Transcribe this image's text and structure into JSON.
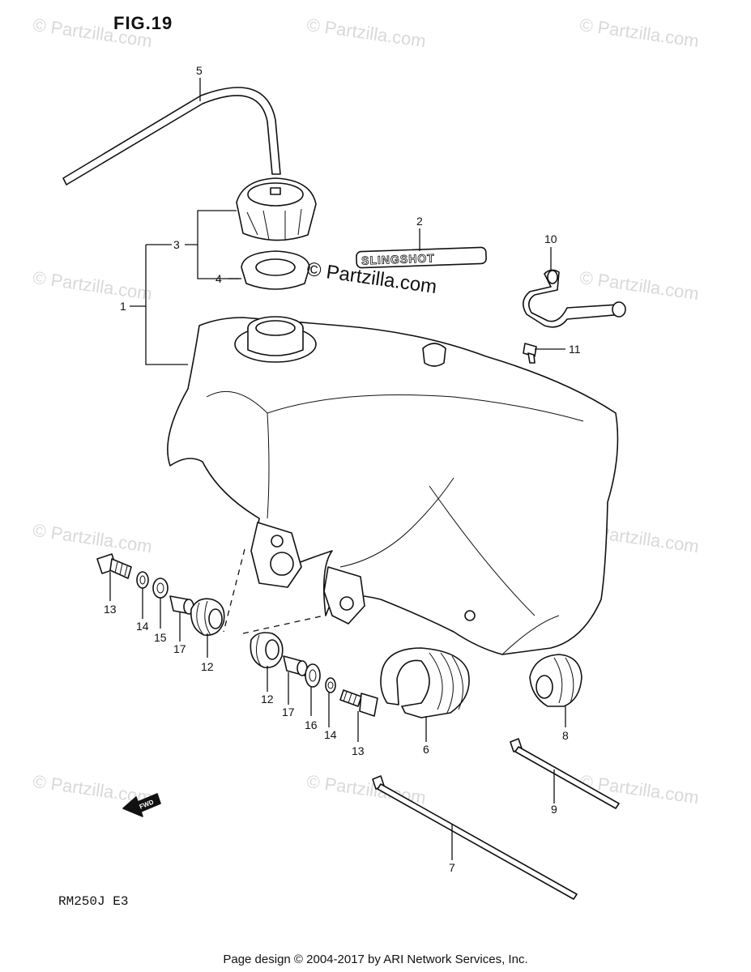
{
  "figure": {
    "label": "FIG.19"
  },
  "model": {
    "code": "RM250J  E3"
  },
  "footer": {
    "text": "Page design © 2004-2017 by ARI Network Services, Inc."
  },
  "watermark": {
    "text": "© Partzilla.com",
    "faint_text": "© Partzilla.com"
  },
  "decal": {
    "text": "SLINGSHOT"
  },
  "fwd_arrow": {
    "text": "FWD"
  },
  "callouts": [
    "1",
    "2",
    "3",
    "4",
    "5",
    "6",
    "7",
    "8",
    "9",
    "10",
    "11",
    "12",
    "12",
    "13",
    "13",
    "14",
    "14",
    "15",
    "16",
    "17",
    "17"
  ],
  "parts": [
    {
      "ref": "1",
      "name": "fuel-tank"
    },
    {
      "ref": "2",
      "name": "emblem-slingshot"
    },
    {
      "ref": "3",
      "name": "fuel-cap"
    },
    {
      "ref": "4",
      "name": "cap-gasket"
    },
    {
      "ref": "5",
      "name": "breather-hose"
    },
    {
      "ref": "6",
      "name": "rear-cushion"
    },
    {
      "ref": "7",
      "name": "cable-tie"
    },
    {
      "ref": "8",
      "name": "front-cushion"
    },
    {
      "ref": "9",
      "name": "cable-tie"
    },
    {
      "ref": "10",
      "name": "fuel-cock"
    },
    {
      "ref": "11",
      "name": "screw"
    },
    {
      "ref": "12",
      "name": "cushion"
    },
    {
      "ref": "13",
      "name": "bolt"
    },
    {
      "ref": "14",
      "name": "washer"
    },
    {
      "ref": "15",
      "name": "washer"
    },
    {
      "ref": "16",
      "name": "washer"
    },
    {
      "ref": "17",
      "name": "spacer"
    }
  ]
}
